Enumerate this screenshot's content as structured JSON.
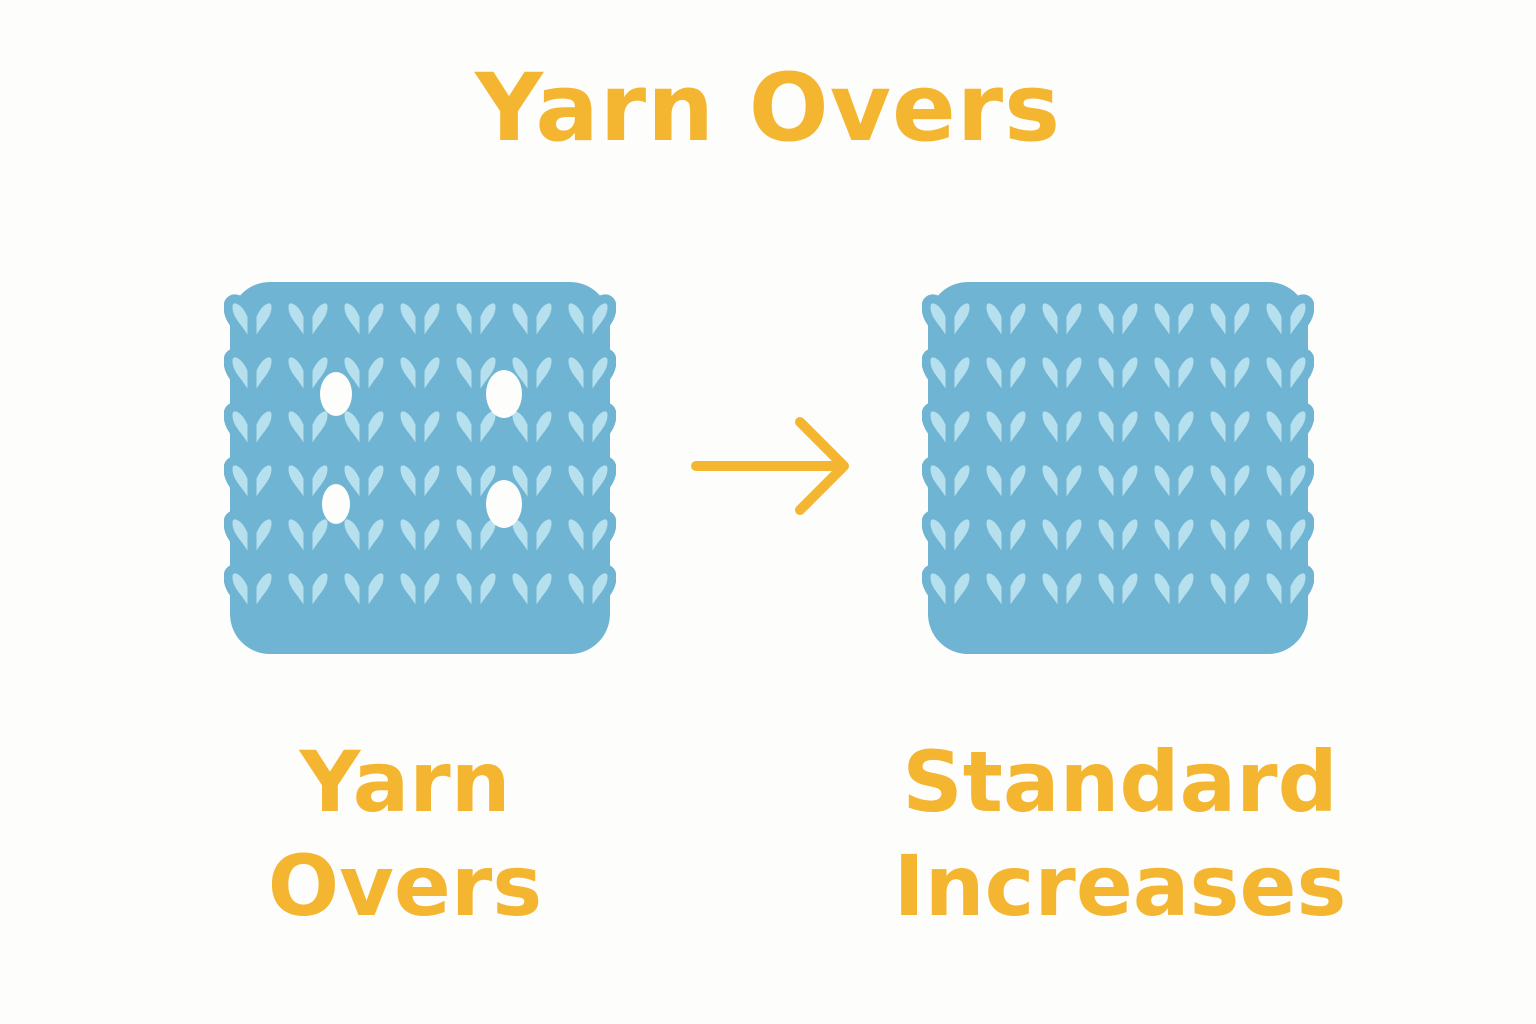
{
  "title": "Yarn Overs",
  "panels": [
    {
      "label_line1": "Yarn",
      "label_line2": "Overs",
      "holes": true
    },
    {
      "label_line1": "Standard",
      "label_line2": "Increases",
      "holes": false
    }
  ],
  "colors": {
    "accent": "#f4b531",
    "stitch_fill": "#b7e0ee",
    "stitch_outline": "#6fb4d2",
    "hole": "#fdfdfb"
  },
  "icons": {
    "arrow": "right-arrow-icon"
  }
}
